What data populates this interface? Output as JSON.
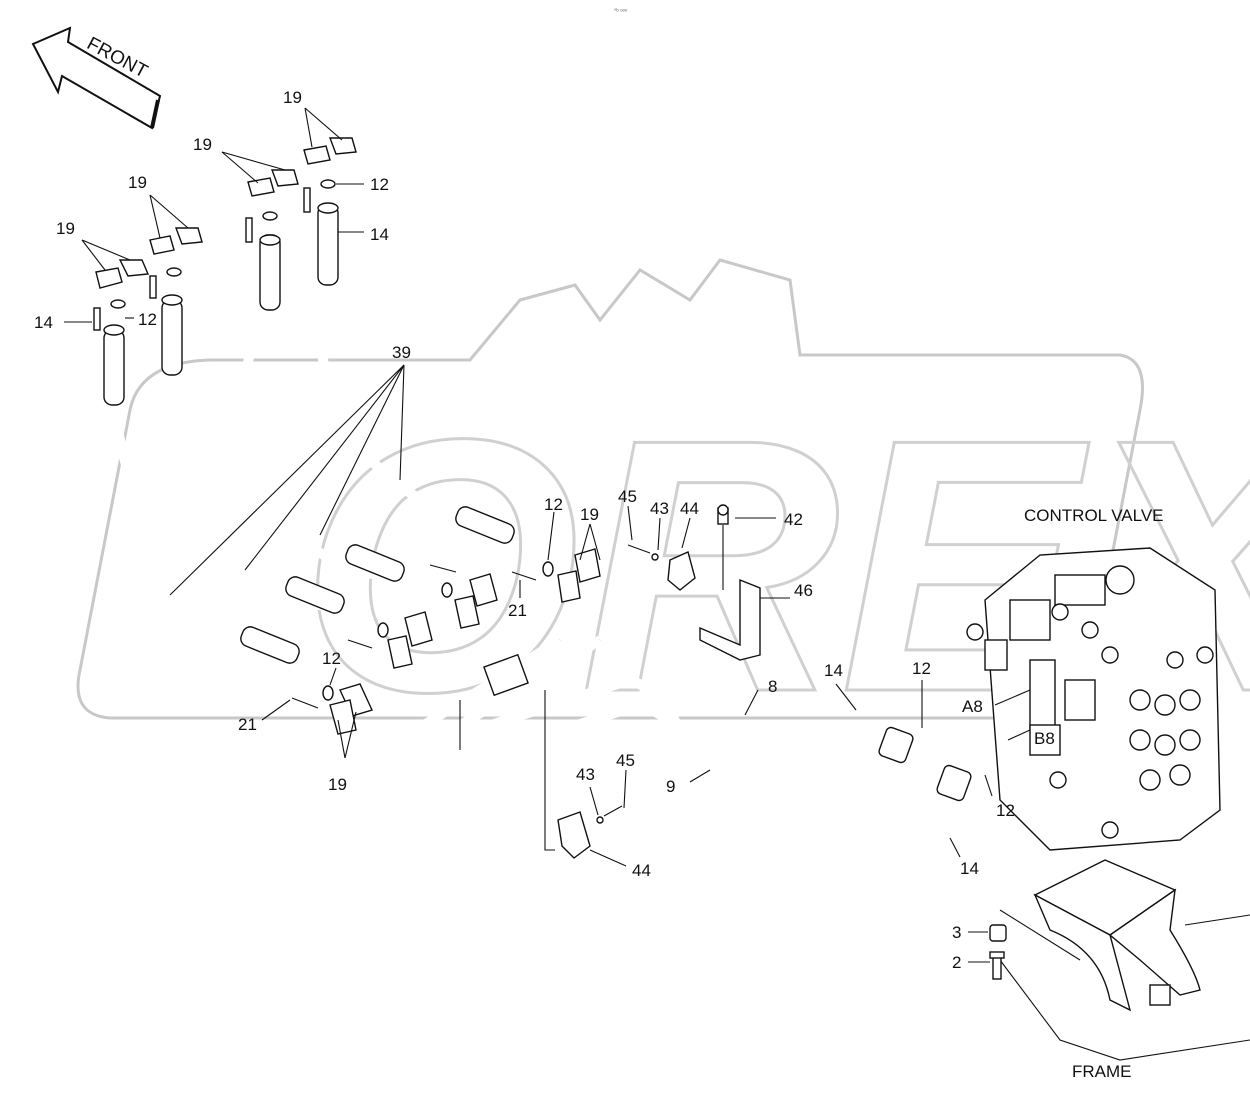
{
  "header": {
    "tiny_mark": "°ᵇ ᵒᵒᵒ"
  },
  "front_arrow": {
    "label": "FRONT"
  },
  "watermark": {
    "text": "OREX"
  },
  "captions": {
    "control_valve": "CONTROL VALVE",
    "frame": "FRAME",
    "port_a8": "A8",
    "port_b8": "B8"
  },
  "callouts": [
    {
      "id": "c19a",
      "text": "19"
    },
    {
      "id": "c19b",
      "text": "19"
    },
    {
      "id": "c19c",
      "text": "19"
    },
    {
      "id": "c19d",
      "text": "19"
    },
    {
      "id": "c12a",
      "text": "12"
    },
    {
      "id": "c14a",
      "text": "14"
    },
    {
      "id": "c14b",
      "text": "14"
    },
    {
      "id": "c12b",
      "text": "12"
    },
    {
      "id": "c39",
      "text": "39"
    },
    {
      "id": "c12c",
      "text": "12"
    },
    {
      "id": "c45a",
      "text": "45"
    },
    {
      "id": "c43a",
      "text": "43"
    },
    {
      "id": "c44a",
      "text": "44"
    },
    {
      "id": "c19e",
      "text": "19"
    },
    {
      "id": "c42",
      "text": "42"
    },
    {
      "id": "c21a",
      "text": "21"
    },
    {
      "id": "c46",
      "text": "46"
    },
    {
      "id": "c8",
      "text": "8"
    },
    {
      "id": "c14c",
      "text": "14"
    },
    {
      "id": "c12d",
      "text": "12"
    },
    {
      "id": "c12e",
      "text": "12"
    },
    {
      "id": "c21b",
      "text": "21"
    },
    {
      "id": "c19f",
      "text": "19"
    },
    {
      "id": "c9",
      "text": "9"
    },
    {
      "id": "c43b",
      "text": "43"
    },
    {
      "id": "c45b",
      "text": "45"
    },
    {
      "id": "c44b",
      "text": "44"
    },
    {
      "id": "c12f",
      "text": "12"
    },
    {
      "id": "c14d",
      "text": "14"
    },
    {
      "id": "c3",
      "text": "3"
    },
    {
      "id": "c2",
      "text": "2"
    }
  ]
}
